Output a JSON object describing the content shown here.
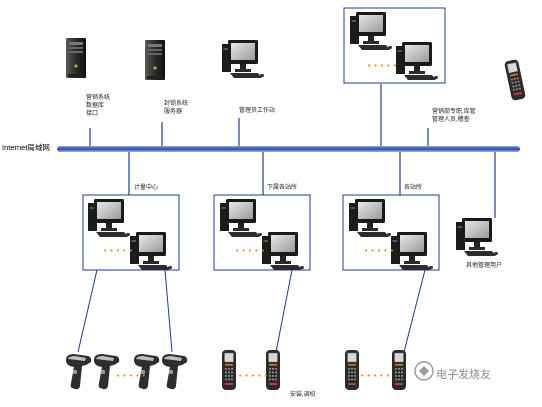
{
  "network_label": "Internet局域网",
  "servers": [
    {
      "label_lines": [
        "营销系统",
        "数据库",
        "接口"
      ]
    },
    {
      "label_lines": [
        "封锁系统",
        "服务器"
      ]
    },
    {
      "label_lines": [
        "管理员工作站"
      ]
    }
  ],
  "top_group": {
    "label_lines": [
      "营销部专职,库管",
      "管理人员,稽查"
    ]
  },
  "bottom_groups": [
    {
      "label": "计量中心"
    },
    {
      "label": "下属各站所"
    },
    {
      "label": "各站所"
    }
  ],
  "other_user_label": "其他管理用户",
  "handheld_label": "安装,调校",
  "ellipsis": "• • • • •",
  "watermark": "电子发烧友",
  "colors": {
    "network_line": "#3a56b0",
    "connector": "#1d3c8c",
    "dots": "#e08a1e"
  }
}
